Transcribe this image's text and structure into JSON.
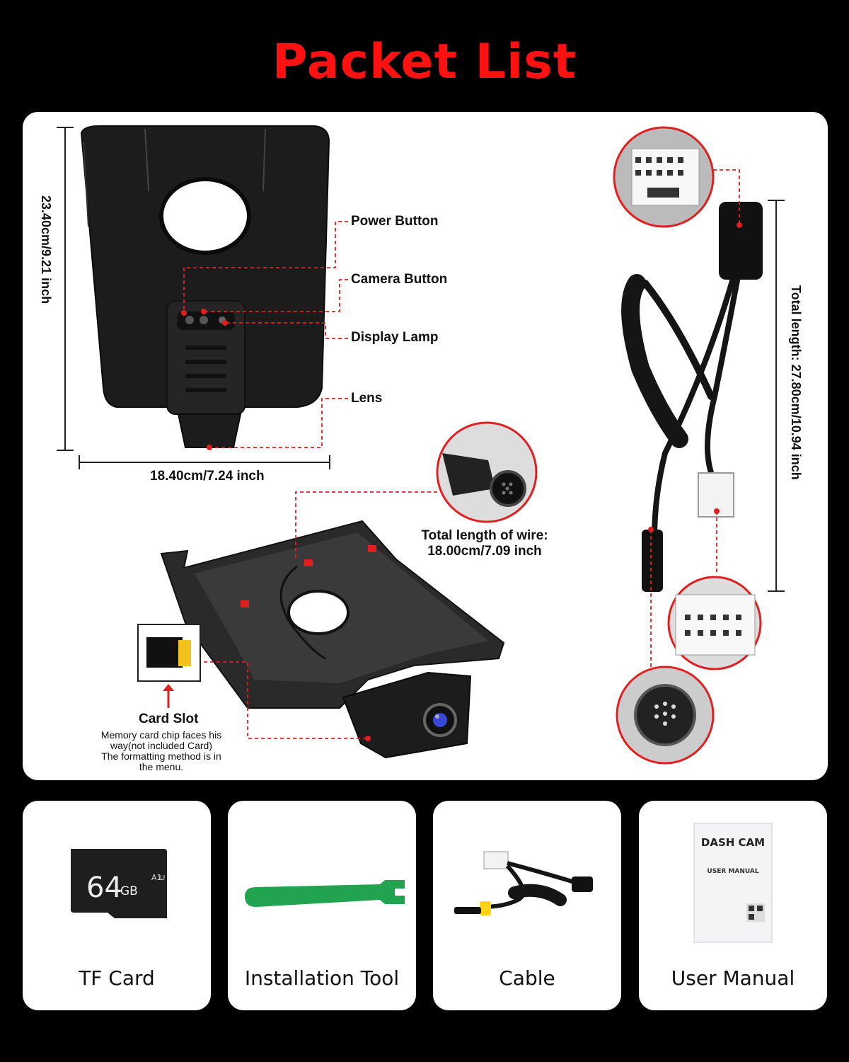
{
  "title": "Packet List",
  "callouts": {
    "power_button": "Power Button",
    "camera_button": "Camera Button",
    "display_lamp": "Display Lamp",
    "lens": "Lens"
  },
  "dimensions": {
    "height": "23.40cm/9.21 inch",
    "width": "18.40cm/7.24 inch",
    "cable_total": "Total length: 27.80cm/10.94 inch",
    "wire_line1": "Total length of wire:",
    "wire_line2": "18.00cm/7.09 inch"
  },
  "card_slot": {
    "label": "Card Slot",
    "note_line1": "Memory card chip faces his",
    "note_line2": "way(not included Card)",
    "note_line3": "The formatting method is in",
    "note_line4": "the menu."
  },
  "accessories": [
    {
      "label": "TF Card",
      "capacity": "64",
      "unit": "GB",
      "icon": "tf-card-icon"
    },
    {
      "label": "Installation Tool",
      "icon": "pry-tool-icon"
    },
    {
      "label": "Cable",
      "icon": "cable-icon"
    },
    {
      "label": "User Manual",
      "icon": "manual-icon",
      "cover_title": "DASH CAM",
      "cover_subtitle": "USER MANUAL"
    }
  ],
  "colors": {
    "accent": "#ff1111",
    "callout_line": "#e02020",
    "background": "#000000",
    "panel": "#ffffff"
  }
}
